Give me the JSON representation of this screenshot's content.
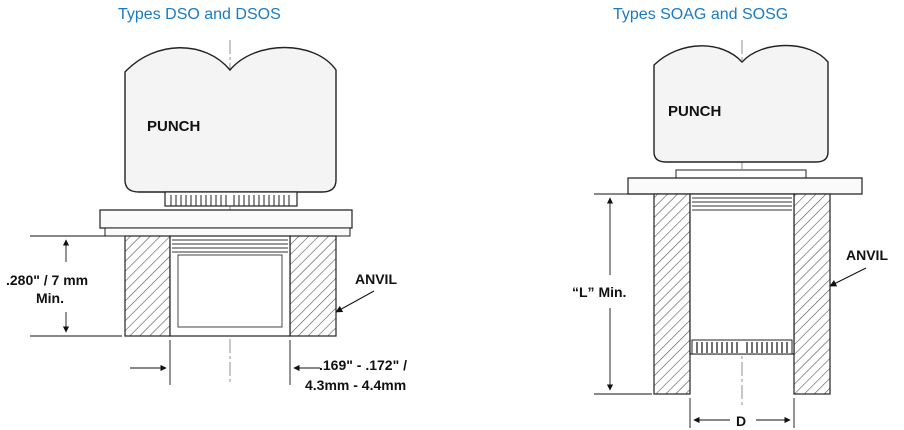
{
  "left_diagram": {
    "title": "Types DSO and DSOS",
    "punch_label": "PUNCH",
    "anvil_label": "ANVIL",
    "height_dim_line1": ".280\" / 7 mm",
    "height_dim_line2": "Min.",
    "width_dim_line1": ".169\" - .172\" /",
    "width_dim_line2": "4.3mm - 4.4mm"
  },
  "right_diagram": {
    "title": "Types SOAG and SOSG",
    "punch_label": "PUNCH",
    "anvil_label": "ANVIL",
    "length_dim": "“L” Min.",
    "diameter_dim": "D"
  }
}
